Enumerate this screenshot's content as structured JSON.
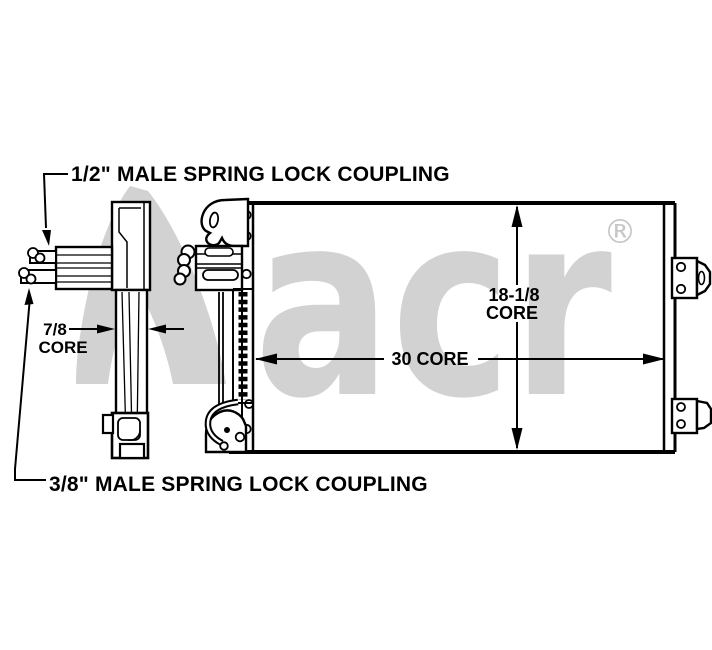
{
  "page": {
    "background": "#ffffff"
  },
  "labels": {
    "coupling_top": "1/2\" MALE SPRING LOCK COUPLING",
    "coupling_bottom": "3/8\" MALE SPRING LOCK COUPLING"
  },
  "dimensions": {
    "core_depth_value": "7/8",
    "core_depth_unit": "CORE",
    "core_width": "30 CORE",
    "core_height_value": "18-1/8",
    "core_height_unit": "CORE"
  },
  "watermark": {
    "brand": "acr",
    "registered_mark": "®",
    "color": "#d2d2d2",
    "registered_color": "#c6c6c6"
  },
  "line_color": "#000000"
}
